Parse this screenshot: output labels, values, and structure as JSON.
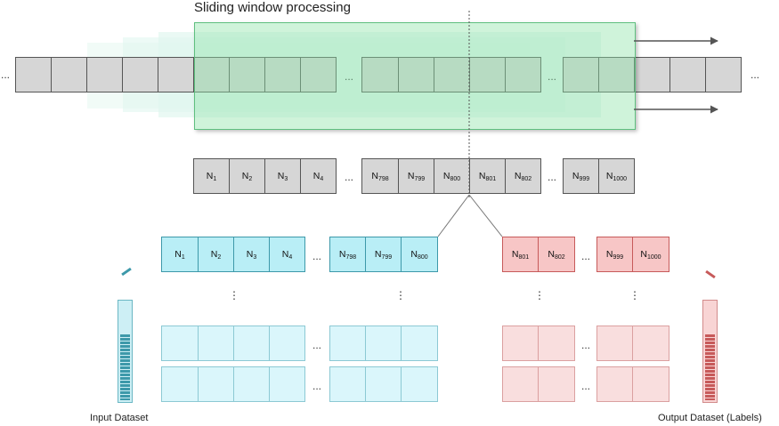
{
  "title": "Sliding window processing",
  "ellipsis": "...",
  "vellipsis": "⋮",
  "sequence_labels": [
    {
      "base": "N",
      "sub": "1"
    },
    {
      "base": "N",
      "sub": "2"
    },
    {
      "base": "N",
      "sub": "3"
    },
    {
      "base": "N",
      "sub": "4"
    },
    {
      "base": "N",
      "sub": "798"
    },
    {
      "base": "N",
      "sub": "799"
    },
    {
      "base": "N",
      "sub": "800"
    },
    {
      "base": "N",
      "sub": "801"
    },
    {
      "base": "N",
      "sub": "802"
    },
    {
      "base": "N",
      "sub": "999"
    },
    {
      "base": "N",
      "sub": "1000"
    }
  ],
  "input_dataset_label": "Input Dataset",
  "output_dataset_label": "Output Dataset (Labels)",
  "colors": {
    "gray": "#d6d6d6",
    "window": "#c9f0d8",
    "input": "#b9eef6",
    "output": "#f7c6c6",
    "arrow": "#555555"
  }
}
